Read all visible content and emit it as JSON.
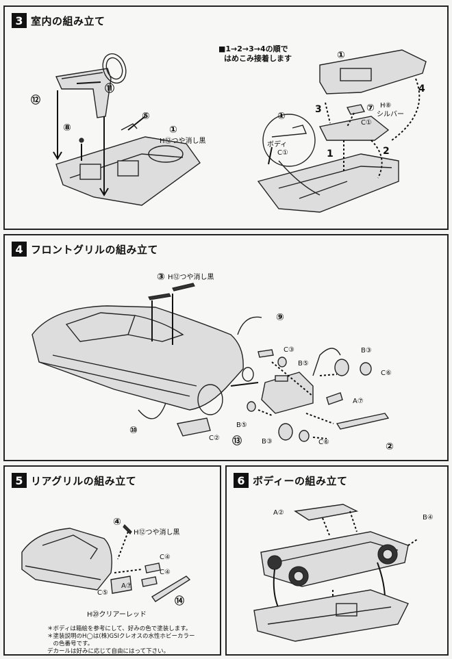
{
  "step3": {
    "num": "3",
    "title": "室内の組み立て",
    "order_line1": "■1→2→3→4の順で",
    "order_line2": "はめこみ接着します",
    "labels": {
      "p12": "⑫",
      "p11": "⑪",
      "p5": "⑤",
      "p8": "⑧",
      "p1a": "①",
      "color_h12": "H⑫つや消し黒",
      "p1b": "①",
      "p7": "⑦",
      "h8": "H⑧",
      "silver": "シルバー",
      "c1a": "C①",
      "p1c": "①",
      "body": "ボディ",
      "c1b": "C①",
      "n1": "1",
      "n2": "2",
      "n3": "3",
      "n4": "4"
    }
  },
  "step4": {
    "num": "4",
    "title": "フロントグリルの組み立て",
    "labels": {
      "p3": "③",
      "color_h12": "H⑫つや消し黒",
      "p9": "⑨",
      "c3": "C③",
      "b5a": "B⑤",
      "b3a": "B③",
      "c6a": "C⑥",
      "a7": "A⑦",
      "p10": "⑩",
      "c2": "C②",
      "b5b": "B⑤",
      "p13": "⑬",
      "b3b": "B③",
      "c6b": "C⑥",
      "p2": "②"
    }
  },
  "step5": {
    "num": "5",
    "title": "リアグリルの組み立て",
    "labels": {
      "p4": "④",
      "color_h12": "H⑫つや消し黒",
      "c4a": "C④",
      "c4b": "C④",
      "a7": "A⑦",
      "c5": "C⑤",
      "p14": "⑭",
      "color_h90": "H⑳クリアーレッド"
    },
    "notes": [
      "＊ボディは箱絵を参考にして、好みの色で塗装します。",
      "＊塗装説明のH◯は(株)GSIクレオスの水性ホビーカラー",
      "　の色番号です。",
      "デカールは好みに応じて自由にはって下さい。"
    ]
  },
  "step6": {
    "num": "6",
    "title": "ボディーの組み立て",
    "labels": {
      "a2": "A②",
      "b4": "B④"
    }
  }
}
